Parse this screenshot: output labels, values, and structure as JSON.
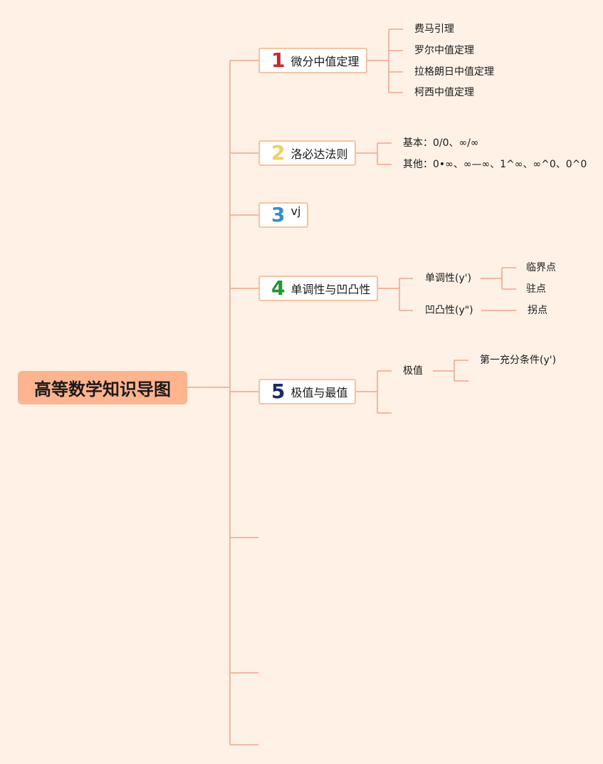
{
  "root": {
    "title": "高等数学知识导图"
  },
  "branches": [
    {
      "number": "1",
      "number_color": "#d1232a",
      "title": "微分中值定理",
      "children": [
        "费马引理",
        "罗尔中值定理",
        "拉格朗日中值定理",
        "柯西中值定理"
      ]
    },
    {
      "number": "2",
      "number_color": "#f2d05a",
      "title": "洛必达法则",
      "children": [
        "基本：0/0、∞/∞",
        "其他：0•∞、∞—∞、1^∞、∞^0、0^0"
      ]
    },
    {
      "number": "3",
      "number_color": "#2e8fd0",
      "title": "vj",
      "children": []
    },
    {
      "number": "4",
      "number_color": "#1c9a32",
      "title": "单调性与凹凸性",
      "children": [
        {
          "title": "单调性(y')",
          "children": [
            "临界点",
            "驻点"
          ]
        },
        {
          "title": "凹凸性(y\")",
          "children": [
            "拐点"
          ]
        }
      ]
    },
    {
      "number": "5",
      "number_color": "#1d2b6e",
      "title": "极值与最值",
      "children": [
        {
          "title": "极值",
          "children": [
            "第一充分条件(y')"
          ]
        }
      ]
    }
  ],
  "colors": {
    "background": "#fff1e6",
    "line": "#f2a489",
    "root_fill": "#ffb48e",
    "node_border": "#f7c3a3"
  }
}
